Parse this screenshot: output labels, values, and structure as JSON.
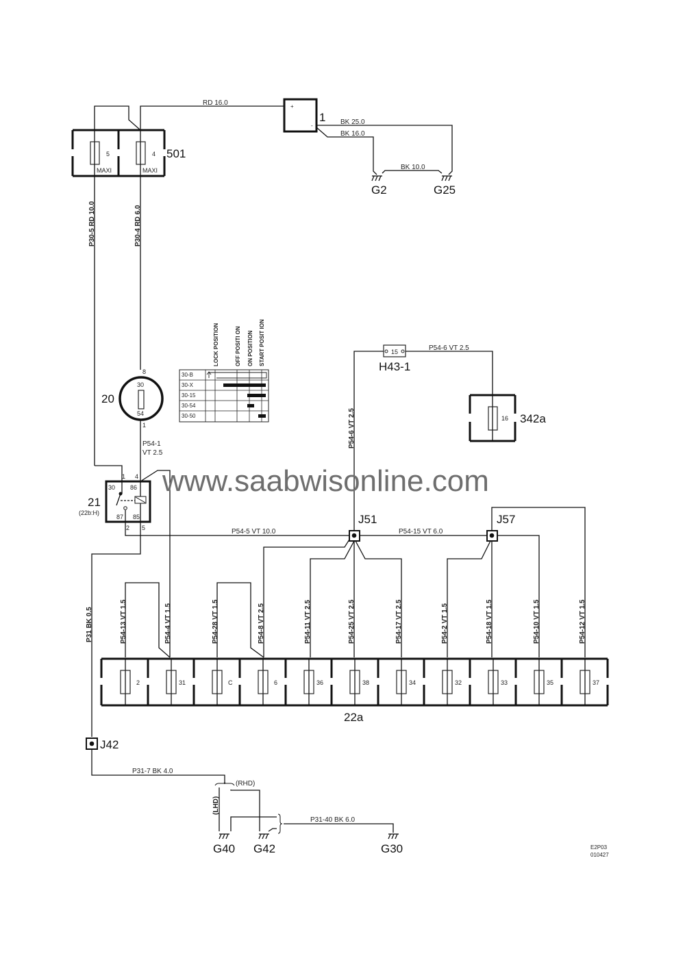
{
  "watermark": "www.saabwisonline.com",
  "drawing_id": {
    "code": "E2P03",
    "date": "010427"
  },
  "components": {
    "battery": {
      "id": "1",
      "plus": "+",
      "minus": "-"
    },
    "maxi_fuse_box": {
      "id": "501",
      "fuses": [
        {
          "num": "5",
          "type": "MAXI"
        },
        {
          "num": "4",
          "type": "MAXI"
        }
      ]
    },
    "ignition_switch": {
      "id": "20",
      "top_term": "30",
      "bottom_term": "54",
      "pin_in": "8",
      "pin_out": "1"
    },
    "relay": {
      "id": "21",
      "ref": "(22b:H)",
      "terms": {
        "t30": "30",
        "t86": "86",
        "t87": "87",
        "t85": "85"
      },
      "pins": {
        "p1": "1",
        "p4": "4",
        "p2": "2",
        "p5": "5"
      }
    },
    "connector_h43": {
      "id": "H43-1",
      "pin": "15"
    },
    "fuse_342a": {
      "id": "342a",
      "fuse": "16"
    },
    "fuse_box_22a": {
      "id": "22a",
      "fuses": [
        "2",
        "31",
        "C",
        "6",
        "36",
        "38",
        "34",
        "32",
        "33",
        "35",
        "37"
      ]
    },
    "junctions": {
      "j51": "J51",
      "j57": "J57",
      "j42": "J42"
    },
    "grounds": {
      "g2": "G2",
      "g25": "G25",
      "g40": "G40",
      "g42": "G42",
      "g30": "G30"
    },
    "variants": {
      "rhd": "(RHD)",
      "lhd": "(LHD)"
    }
  },
  "wires": {
    "bat_plus": "RD   16.0",
    "bat_g25": "BK  25.0",
    "bat_g2": "BK  16.0",
    "g2_g25": "BK   10.0",
    "p30_5": "P30-5  RD  10.0",
    "p30_4": "P30-4  RD  6.0",
    "p54_1_a": "P54-1",
    "p54_1_b": "VT    2.5",
    "p54_5": "P54-5   VT    10.0",
    "p54_15": "P54-15  VT    6.0",
    "p54_6_h": "P54-6   VT     2.5",
    "p54_6_v": "P54-6   VT   2.5",
    "p31": "P31   BK   0.5",
    "p31_7": "P31-7    BK     4.0",
    "p31_40": "P31-40   BK    6.0",
    "drops": [
      "P54-13  VT   1.5",
      "P54-4  VT  1.5",
      "P54-28  VT   1.5",
      "P54-8  VT   2.5",
      "P54-11  VT   2.5",
      "P54-25  VT   2.5",
      "P54-17  VT   2.5",
      "P54-2  VT   1.5",
      "P54-18  VT   1.5",
      "P54-10  VT   1.5",
      "P54-12  VT   1.5"
    ]
  },
  "switch_table": {
    "columns": [
      "LOCK POSITION",
      "OFF POSITI ON",
      "ON POSITION",
      "START POSIT ION"
    ],
    "rows": [
      "30-B",
      "30-X",
      "30-15",
      "30-54",
      "30-50"
    ]
  }
}
